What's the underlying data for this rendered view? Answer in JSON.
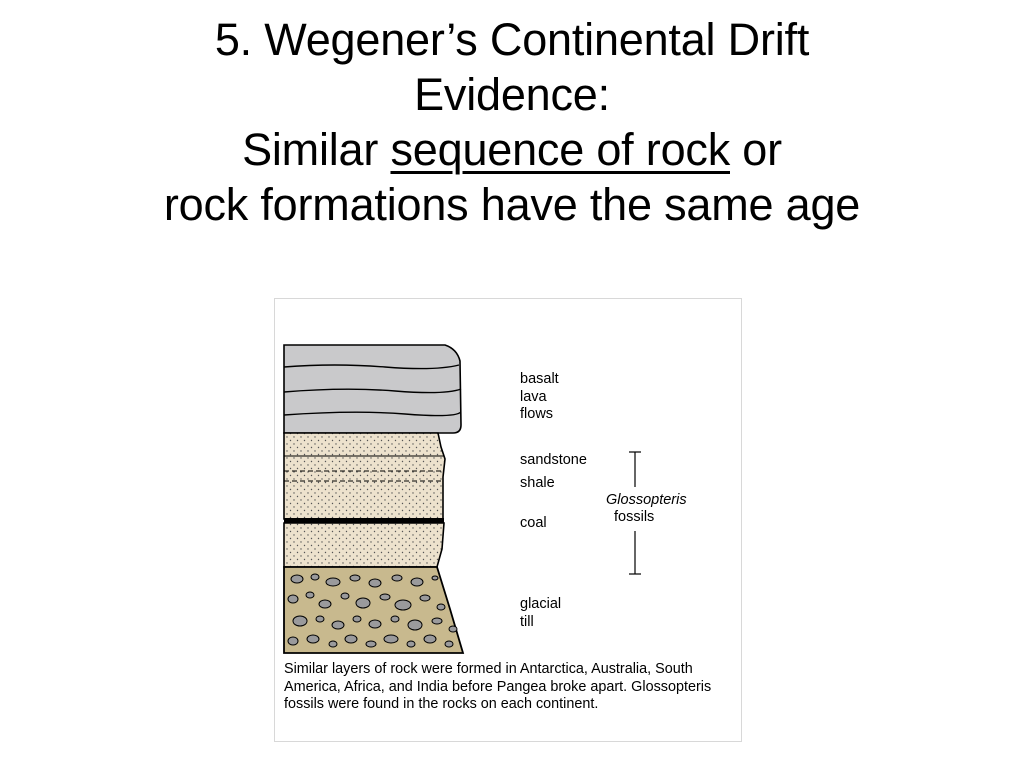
{
  "slide": {
    "title_line1": "5. Wegener’s Continental Drift",
    "title_line2": "Evidence:",
    "title_line3_pre": "Similar ",
    "title_line3_underlined": "sequence of rock",
    "title_line3_post": " or",
    "title_line4": "rock formations have the same age"
  },
  "figure": {
    "labels": {
      "basalt": "basalt\nlava\nflows",
      "sandstone": "sandstone",
      "shale": "shale",
      "coal": "coal",
      "glacial_till": "glacial\ntill",
      "fossils_name": "Glossopteris",
      "fossils_word": "fossils"
    },
    "caption": "Similar layers of rock were formed in Antarctica, Australia, South America, Africa, and India before Pangea broke apart. Glossopteris fossils were found in the rocks on each continent.",
    "colors": {
      "basalt": "#c9c9cb",
      "sandstone": "#ede2cd",
      "till": "#c8b98e",
      "pebble": "#9a9a9c",
      "outline": "#000000"
    }
  }
}
